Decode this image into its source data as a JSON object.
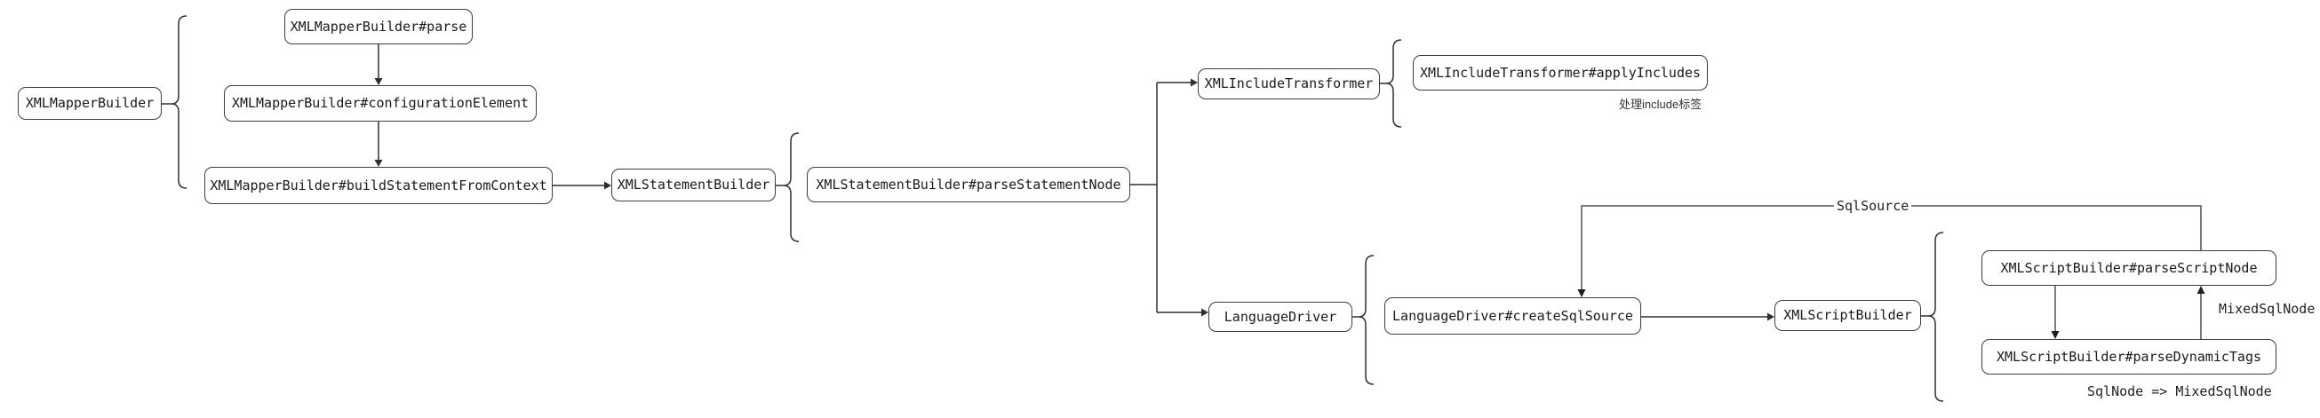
{
  "diagram": {
    "background_color": "#ffffff",
    "box_border_color": "#3d3d3d",
    "branch_line_color": "#2f2f2f",
    "flow_line_color": "#6e6e6e",
    "text_color": "#1a1a1a",
    "nodes": [
      {
        "id": "xml-mapper-builder",
        "label": "XMLMapperBuilder"
      },
      {
        "id": "xml-mapper-builder-parse",
        "label": "XMLMapperBuilder#parse"
      },
      {
        "id": "xml-mapper-builder-configuration-element",
        "label": "XMLMapperBuilder#configurationElement"
      },
      {
        "id": "xml-mapper-builder-build-statement-from-context",
        "label": "XMLMapperBuilder#buildStatementFromContext"
      },
      {
        "id": "xml-statement-builder",
        "label": "XMLStatementBuilder"
      },
      {
        "id": "xml-statement-builder-parse-statement-node",
        "label": "XMLStatementBuilder#parseStatementNode"
      },
      {
        "id": "xml-include-transformer",
        "label": "XMLIncludeTransformer"
      },
      {
        "id": "xml-include-transformer-apply-includes",
        "label": "XMLIncludeTransformer#applyIncludes"
      },
      {
        "id": "language-driver",
        "label": "LanguageDriver"
      },
      {
        "id": "language-driver-create-sql-source",
        "label": "LanguageDriver#createSqlSource"
      },
      {
        "id": "xml-script-builder",
        "label": "XMLScriptBuilder"
      },
      {
        "id": "xml-script-builder-parse-script-node",
        "label": "XMLScriptBuilder#parseScriptNode"
      },
      {
        "id": "xml-script-builder-parse-dynamic-tags",
        "label": "XMLScriptBuilder#parseDynamicTags"
      }
    ],
    "edge_labels": {
      "sql_source": "SqlSource",
      "mixed_sql_node": "MixedSqlNode",
      "sql_node_to_mixed": "SqlNode => MixedSqlNode",
      "include_note": "处理include标签"
    }
  }
}
